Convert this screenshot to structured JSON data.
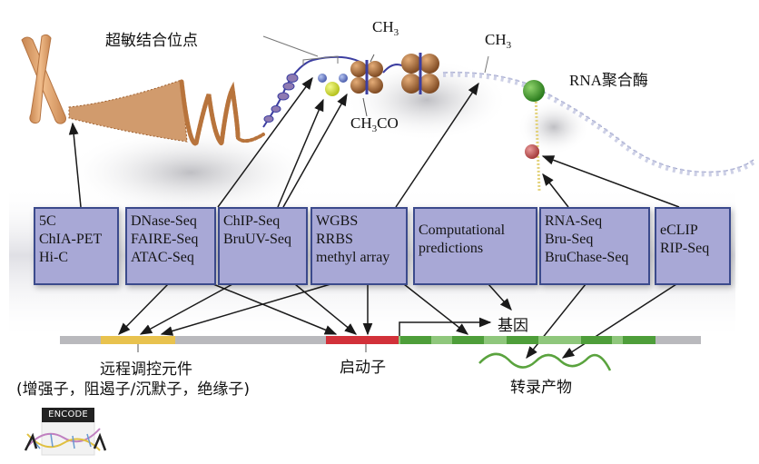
{
  "title_labels": {
    "hypersensitive_sites": "超敏结合位点",
    "rna_polymerase": "RNA聚合酶",
    "ch3_top_left": {
      "main": "CH",
      "sub": "3"
    },
    "ch3_top_right": {
      "main": "CH",
      "sub": "3"
    },
    "ch3co": {
      "main": "CH",
      "sub": "3",
      "tail": "CO"
    }
  },
  "method_boxes": [
    {
      "id": "chromatin-conformation",
      "lines": [
        "5C",
        "ChIA-PET",
        "Hi-C"
      ]
    },
    {
      "id": "open-chromatin",
      "lines": [
        "DNase-Seq",
        "FAIRE-Seq",
        "ATAC-Seq"
      ]
    },
    {
      "id": "chip",
      "lines": [
        "ChIP-Seq",
        "BruUV-Seq"
      ]
    },
    {
      "id": "methylation",
      "lines": [
        "WGBS",
        "RRBS",
        "methyl array"
      ]
    },
    {
      "id": "computational",
      "lines": [
        "Computational",
        "predictions"
      ]
    },
    {
      "id": "rna",
      "lines": [
        "RNA-Seq",
        "Bru-Seq",
        "BruChase-Seq"
      ]
    },
    {
      "id": "rna-binding",
      "lines": [
        "eCLIP",
        "RIP-Seq"
      ]
    }
  ],
  "genome_track": {
    "distal_element_label": "远程调控元件",
    "distal_element_sublabel": "(增强子，阻遏子/沉默子，绝缘子)",
    "promoter_label": "启动子",
    "gene_label": "基因",
    "transcript_label": "转录产物"
  },
  "colors": {
    "box_fill": "#a8a8d6",
    "box_border": "#3b4a8c",
    "track_gray": "#b9b9bd",
    "enhancer_yellow": "#e8c24e",
    "promoter_red": "#d2313a",
    "gene_green_dark": "#4e9e3a",
    "gene_green_light": "#8fc77c",
    "chromosome_orange": "#e2a770",
    "chromatin_bead": "#b8743c",
    "polymerase_green": "#3c9a2c",
    "rna_bead_red": "#c45a5a"
  },
  "logo": {
    "text": "ENCODE"
  }
}
